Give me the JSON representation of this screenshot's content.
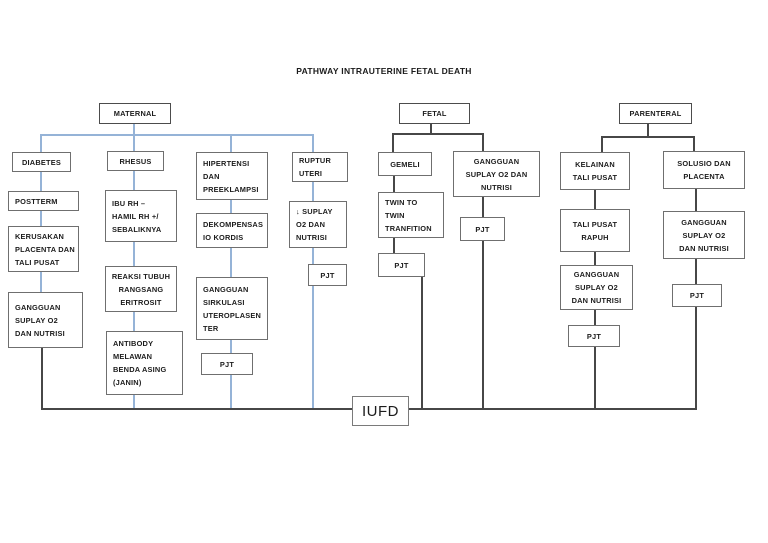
{
  "page": {
    "title": "PATHWAY INTRAUTERINE FETAL DEATH"
  },
  "colors": {
    "maternal_connector": "#95b3d7",
    "dark_connector": "#474747",
    "box_border": "#6f6f6f",
    "text": "#1c1c1c"
  },
  "nodes": {
    "maternal": "MATERNAL",
    "fetal": "FETAL",
    "parenteral": "PARENTERAL",
    "diabetes": "DIABETES",
    "postterm": "POSTTERM",
    "kerusakan_placenta": "KERUSAKAN\nPLACENTA DAN\nTALI PUSAT",
    "gangguan_suplay_diabetes": "GANGGUAN\nSUPLAY O2\nDAN NUTRISI",
    "rhesus": "RHESUS",
    "ibu_rh": "IBU RH –\nHAMIL RH +/\nSEBALIKNYA",
    "reaksi_tubuh": "REAKSI TUBUH\nRANGSANG\nERITROSIT",
    "antibody": "ANTIBODY\nMELAWAN\nBENDA ASING\n(JANIN)",
    "hipertensi": "HIPERTENSI\nDAN\nPREEKLAMPSI",
    "dekompensasio": "DEKOMPENSAS\nIO KORDIS",
    "gangguan_sirkulasi": "GANGGUAN\nSIRKULASI\nUTEROPLASEN\nTER",
    "ruptur_uteri": "RUPTUR\nUTERI",
    "suplay_turun": "↓ SUPLAY\nO2 DAN\nNUTRISI",
    "gemeli": "GEMELI",
    "twin_to_twin": "TWIN TO\nTWIN\nTRANFITION",
    "gangguan_suplay_fetal": "GANGGUAN\nSUPLAY O2 DAN\nNUTRISI",
    "kelainan_tali_pusat": "KELAINAN\nTALI PUSAT",
    "tali_pusat_rapuh": "TALI PUSAT\nRAPUH",
    "gangguan_suplay_kelainan": "GANGGUAN\nSUPLAY O2\nDAN NUTRISI",
    "solusio_placenta": "SOLUSIO DAN\nPLACENTA",
    "gangguan_suplay_solusio": "GANGGUAN\nSUPLAY O2\nDAN NUTRISI",
    "pjt": "PJT",
    "iufd": "IUFD"
  }
}
